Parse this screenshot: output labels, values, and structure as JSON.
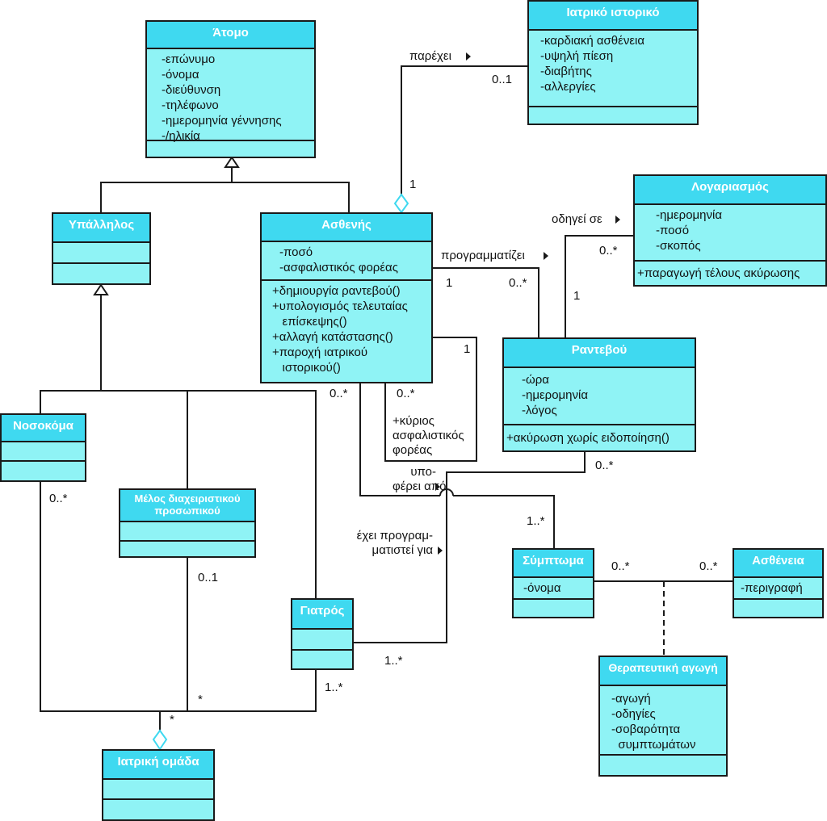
{
  "classes": {
    "atomo": {
      "name": "Άτομο",
      "attributes": [
        "-επώνυμο",
        "-όνομα",
        "-διεύθυνση",
        "-τηλέφωνο",
        "-ημερομηνία γέννησης",
        "-/ηλικία"
      ],
      "operations": []
    },
    "iatriko_istoriko": {
      "name": "Ιατρικό ιστορικό",
      "attributes": [
        "-καρδιακή ασθένεια",
        "-υψηλή πίεση",
        "-διαβήτης",
        "-αλλεργίες"
      ],
      "operations": []
    },
    "logariasmos": {
      "name": "Λογαριασμός",
      "attributes": [
        "-ημερομηνία",
        "-ποσό",
        "-σκοπός"
      ],
      "operations": [
        "+παραγωγή τέλους ακύρωσης"
      ]
    },
    "ypallilos": {
      "name": "Υπάλληλος",
      "attributes": [],
      "operations": []
    },
    "asthenis": {
      "name": "Ασθενής",
      "attributes": [
        "-ποσό",
        "-ασφαλιστικός φορέας"
      ],
      "operations": [
        "+δημιουργία ραντεβού()",
        "+υπολογισμός τελευταίας",
        "   επίσκεψης()",
        "+αλλαγή κατάστασης()",
        "+παροχή ιατρικού",
        "   ιστορικού()"
      ]
    },
    "rantevou": {
      "name": "Ραντεβού",
      "attributes": [
        "-ώρα",
        "-ημερομηνία",
        "-λόγος"
      ],
      "operations": [
        "+ακύρωση χωρίς ειδοποίηση()"
      ]
    },
    "nosokoma": {
      "name": "Νοσοκόμα",
      "attributes": [],
      "operations": []
    },
    "melos": {
      "name": "Μέλος διαχειριστικού προσωπικού",
      "attributes": [],
      "operations": []
    },
    "giatros": {
      "name": "Γιατρός",
      "attributes": [],
      "operations": []
    },
    "symptoma": {
      "name": "Σύμπτωμα",
      "attributes": [
        "-όνομα"
      ],
      "operations": []
    },
    "astheneia": {
      "name": "Ασθένεια",
      "attributes": [
        "-περιγραφή"
      ],
      "operations": []
    },
    "therapeia": {
      "name": "Θεραπευτική αγωγή",
      "attributes": [
        "-αγωγή",
        "-οδηγίες",
        "-σοβαρότητα",
        "  συμπτωμάτων"
      ],
      "operations": []
    },
    "iatriki_omada": {
      "name": "Ιατρική ομάδα",
      "attributes": [],
      "operations": []
    }
  },
  "labels": {
    "parexei": "παρέχει",
    "parexei_mult_hist": "0..1",
    "parexei_mult_ast": "1",
    "odigei_se": "οδηγεί σε",
    "odigei_mult_log": "0..*",
    "odigei_mult_ran": "1",
    "programmatizei": "προγραμματίζει",
    "prog_mult_ast": "1",
    "prog_mult_ran": "0..*",
    "self_mult_1": "1",
    "self_mult_0": "0..*",
    "asth_mult_left": "0..*",
    "kyrios": "+κύριος\nασφαλιστικός\nφορέας",
    "ypoferei": "υπο-\nφέρει από",
    "ran_mult_bottom": "0..*",
    "sym_mult_top": "1..*",
    "exei_prog": "έχει προγραμ-\nματιστεί για",
    "sym_ast_mult_left": "0..*",
    "sym_ast_mult_right": "0..*",
    "nos_mult": "0..*",
    "melos_mult": "0..1",
    "star_1": "*",
    "star_2": "*",
    "giatros_mult_1": "1..*",
    "giatros_mult_2": "1..*"
  },
  "colors": {
    "header": "#3fd9f0",
    "body": "#8ff3f5",
    "line": "#1a1a1a",
    "diamond": "#3fd9f0"
  }
}
